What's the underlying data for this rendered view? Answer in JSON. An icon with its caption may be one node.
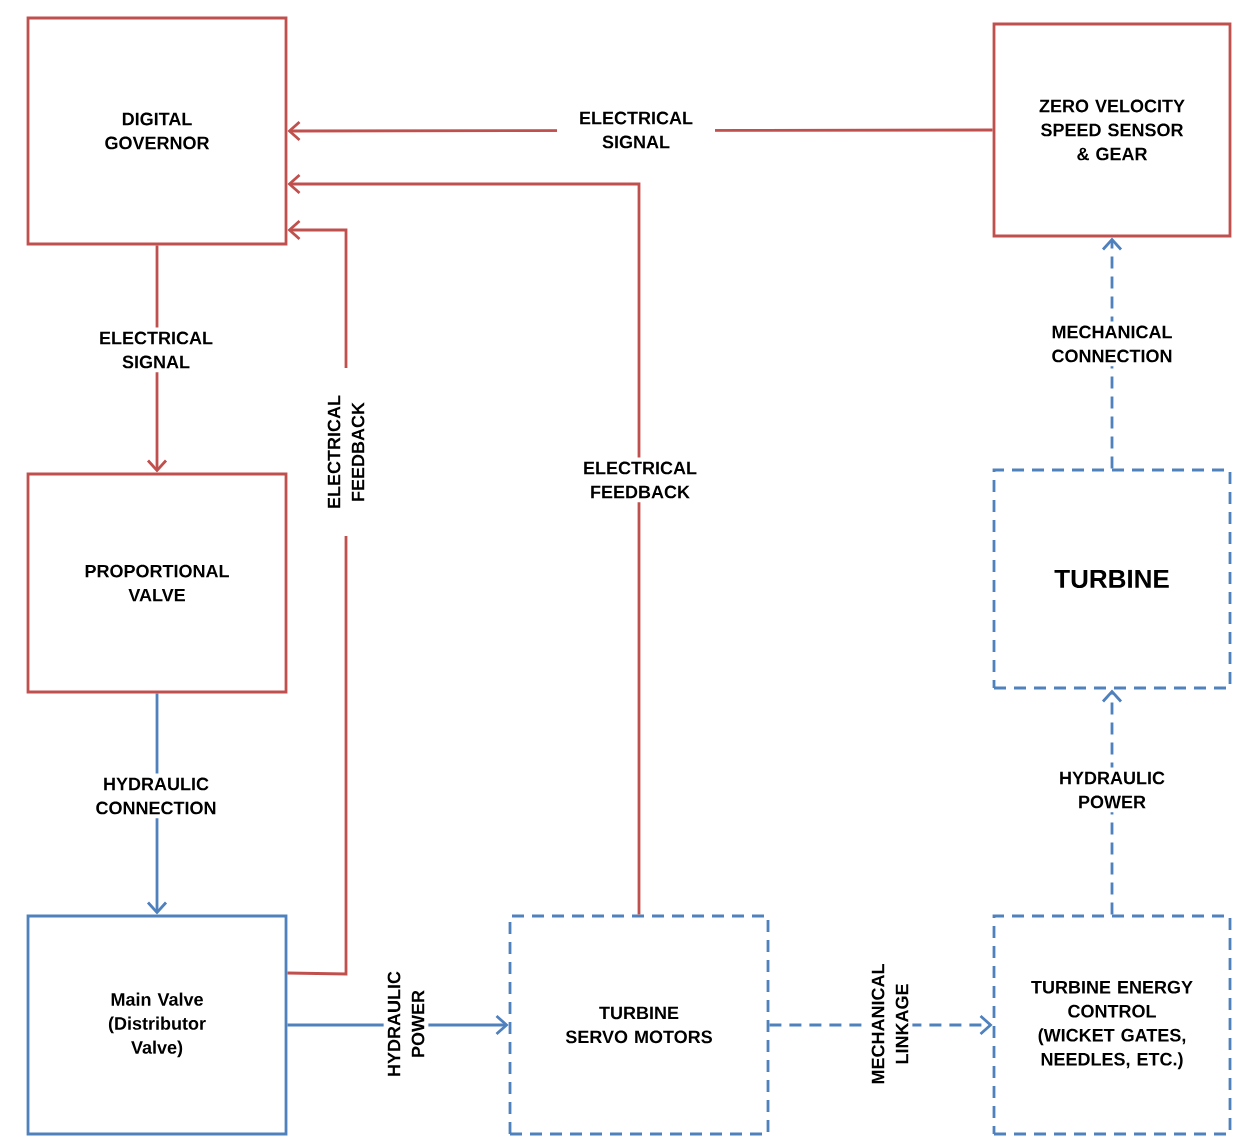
{
  "diagram": {
    "nodes": [
      {
        "text": [
          "DIGITAL GOVERNOR"
        ]
      },
      {
        "text": [
          "ZERO VELOCITY SPEED SENSOR & GEAR"
        ]
      },
      {
        "text": [
          "PROPORTIONAL VALVE"
        ]
      },
      {
        "text": [
          "TURBINE"
        ]
      },
      {
        "text": [
          "Main Valve (Distributor Valve)"
        ]
      },
      {
        "text": [
          "TURBINE SERVO MOTORS"
        ]
      },
      {
        "text": [
          "TURBINE ENERGY CONTROL (WICKET GATES, NEEDLES, ETC.)"
        ]
      }
    ],
    "edges": [
      {
        "from": 1,
        "to": 0,
        "arrow": "to",
        "label": "ELECTRICAL SIGNAL",
        "color": "#c0504d"
      },
      {
        "from": 0,
        "to": 2,
        "arrow": "to",
        "label": "ELECTRICAL SIGNAL",
        "color": "#c0504d"
      },
      {
        "from": 4,
        "to": 0,
        "arrow": "to",
        "label": "ELECTRICAL FEEDBACK",
        "color": "#c0504d"
      },
      {
        "from": 5,
        "to": 0,
        "arrow": "to",
        "label": "ELECTRICAL FEEDBACK",
        "color": "#c0504d"
      },
      {
        "from": 2,
        "to": 4,
        "arrow": "to",
        "label": "HYDRAULIC CONNECTION"
      },
      {
        "from": 4,
        "to": 5,
        "arrow": "to",
        "label": "HYDRAULIC POWER"
      },
      {
        "from": 5,
        "to": 6,
        "arrow": "to",
        "label": "MECHANICAL LINKAGE",
        "style": "dashed"
      },
      {
        "from": 6,
        "to": 3,
        "arrow": "to",
        "label": "HYDRAULIC POWER",
        "style": "dashed"
      },
      {
        "from": 3,
        "to": 1,
        "arrow": "to",
        "label": "MECHANICAL CONNECTION",
        "style": "dashed"
      }
    ]
  }
}
